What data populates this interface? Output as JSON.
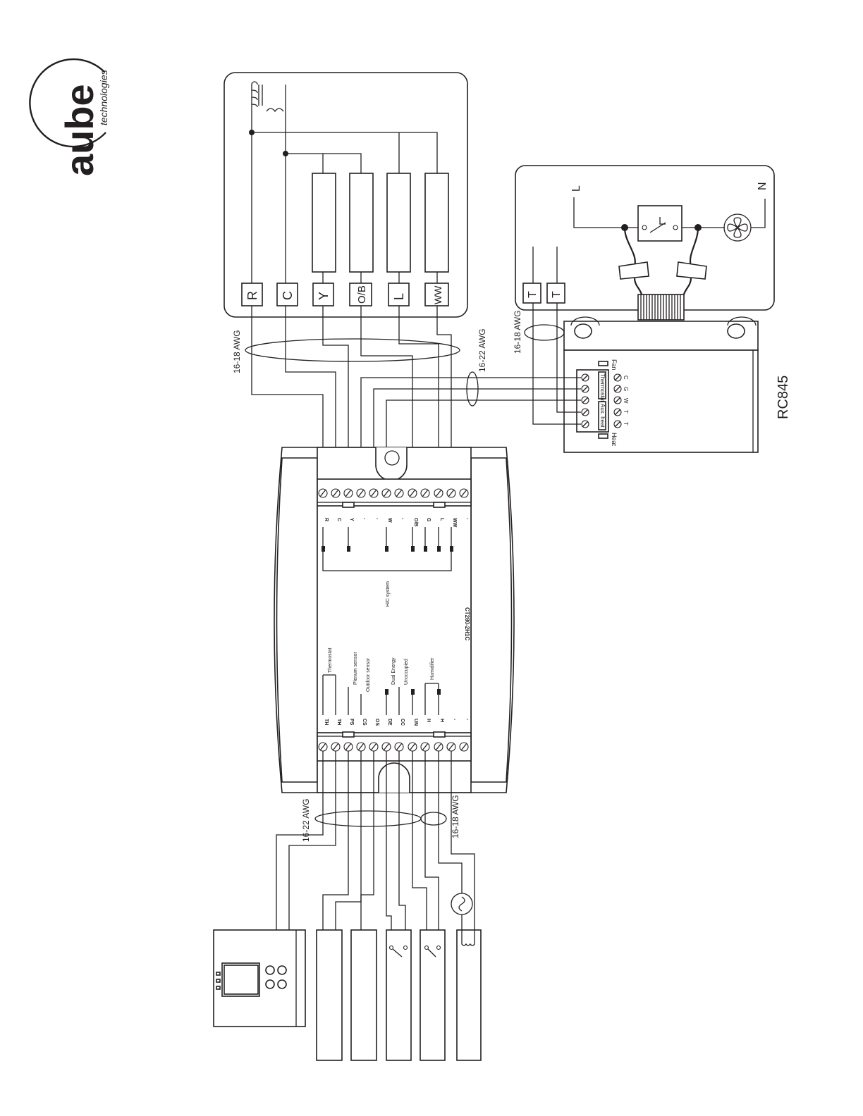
{
  "logo": {
    "brand": "aube",
    "tagline": "technologies"
  },
  "furnace": {
    "terminals": [
      "R",
      "C",
      "Y",
      "O/B",
      "L",
      "WW"
    ]
  },
  "relay": {
    "terminal_left": "T",
    "terminal_right": "T",
    "line_label": "L",
    "neutral_label": "N",
    "model": "RC845",
    "label_fan": "Fan",
    "label_heat": "Heat",
    "label_thermostat": "Thermostat",
    "label_aux_heat": "Aux. heat",
    "terms": [
      "C",
      "G",
      "W",
      "T",
      "T"
    ]
  },
  "wire_labels": {
    "top_left": "16-18 AWG",
    "top_right": "16-22 AWG",
    "relay_top": "16-18 AWG",
    "bottom_left": "16-22 AWG",
    "bottom_right": "16-18 AWG"
  },
  "controller": {
    "model": "CT280-2H1C",
    "group_label": "H/C system",
    "top_terminals": [
      "R",
      "C",
      "Y",
      "-",
      "-",
      "W",
      "-",
      "O/B",
      "G",
      "L",
      "WW",
      "-"
    ],
    "bottom_terminals": [
      "TH",
      "TH",
      "PS",
      "CS",
      "OS",
      "DE",
      "CC",
      "UN",
      "H",
      "H",
      "-",
      "-"
    ],
    "bottom_labels": {
      "thermostat": "Thermostat",
      "plenum_sensor": "Plenum sensor",
      "outdoor_sensor": "Outdoor sensor",
      "dual_energy": "Dual Energy",
      "unoccupied": "Unoccupied",
      "humidifier": "Humidifier"
    }
  }
}
